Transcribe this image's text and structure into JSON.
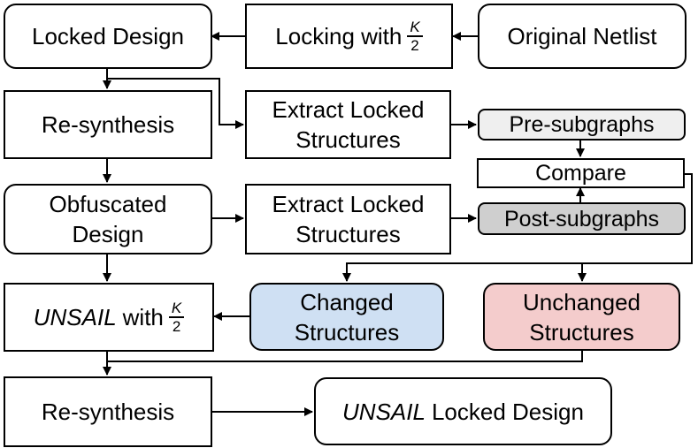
{
  "boxes": {
    "locked_design": "Locked Design",
    "locking_with": "Locking with",
    "original_netlist": "Original Netlist",
    "resynthesis_1": "Re-synthesis",
    "extract_1_line1": "Extract Locked",
    "extract_1_line2": "Structures",
    "pre_subgraphs": "Pre-subgraphs",
    "compare": "Compare",
    "obfuscated_line1": "Obfuscated",
    "obfuscated_line2": "Design",
    "extract_2_line1": "Extract Locked",
    "extract_2_line2": "Structures",
    "post_subgraphs": "Post-subgraphs",
    "unsail_with_name": "UNSAIL",
    "unsail_with_suffix": "with",
    "changed_line1": "Changed",
    "changed_line2": "Structures",
    "unchanged_line1": "Unchanged",
    "unchanged_line2": "Structures",
    "resynthesis_2": "Re-synthesis",
    "unsail_locked_name": "UNSAIL",
    "unsail_locked_suffix": "Locked Design"
  },
  "fraction": {
    "numerator": "K",
    "denominator": "2"
  },
  "colors": {
    "pre_subgraphs_fill": "#efefef",
    "post_subgraphs_fill": "#cfcfcf",
    "changed_fill": "#cfe0f3",
    "unchanged_fill": "#f4cccc"
  }
}
